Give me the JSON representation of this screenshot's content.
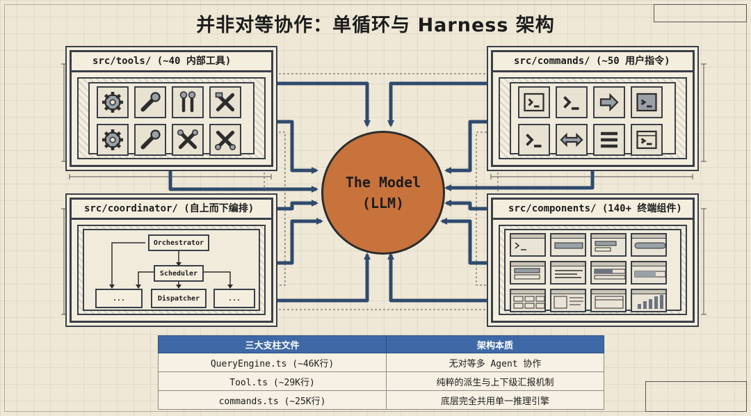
{
  "title": "并非对等协作：单循环与 Harness 架构",
  "panels": {
    "tools": {
      "header": "src/tools/ (~40 内部工具)"
    },
    "commands": {
      "header": "src/commands/ (~50 用户指令)"
    },
    "coordinator": {
      "header": "src/coordinator/ (自上而下编排)",
      "nodes": {
        "orchestrator": "Orchestrator",
        "scheduler": "Scheduler",
        "dispatcher": "Dispatcher",
        "left": "...",
        "right": "..."
      }
    },
    "components": {
      "header": "src/components/ (140+ 终端组件)"
    }
  },
  "model": {
    "line1": "The Model",
    "line2": "(LLM)"
  },
  "table": {
    "headers": [
      "三大支柱文件",
      "架构本质"
    ],
    "rows": [
      [
        "QueryEngine.ts (~46K行)",
        "无对等多 Agent 协作"
      ],
      [
        "Tool.ts (~29K行)",
        "纯粹的派生与上下级汇报机制"
      ],
      [
        "commands.ts (~25K行)",
        "底层完全共用单一推理引擎"
      ]
    ]
  },
  "colors": {
    "model": "#c8733c",
    "table_header": "#3f69a6",
    "ink": "#3a3f48",
    "paper": "#efe8d6"
  }
}
